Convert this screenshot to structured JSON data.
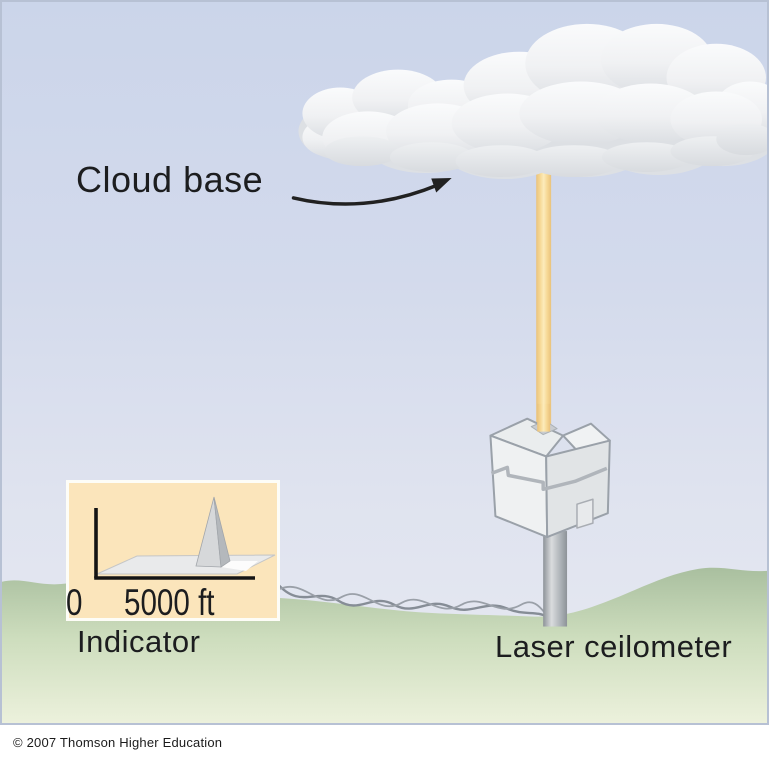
{
  "labels": {
    "cloud_base": "Cloud base",
    "indicator": "Indicator",
    "laser_ceilometer": "Laser ceilometer"
  },
  "indicator": {
    "origin_label": "0",
    "scale_label": "5000 ft",
    "reading_description": "single return spike near 5000 ft on distance scale"
  },
  "footer": {
    "copyright": "© 2007 Thomson Higher Education"
  },
  "colors": {
    "sky_top": "#cbd5ea",
    "sky_bottom": "#e7e9f1",
    "grass_top": "#aec3a4",
    "grass_bottom": "#eaf0da",
    "cloud_white": "#f8f9fa",
    "cloud_shadow": "#dcdfe3",
    "laser_beam": "#f7dd9d",
    "device_body": "#eceef0",
    "pole_gray": "#b6babf",
    "indicator_panel": "#fbe5bb",
    "text": "#1c1d1f"
  }
}
